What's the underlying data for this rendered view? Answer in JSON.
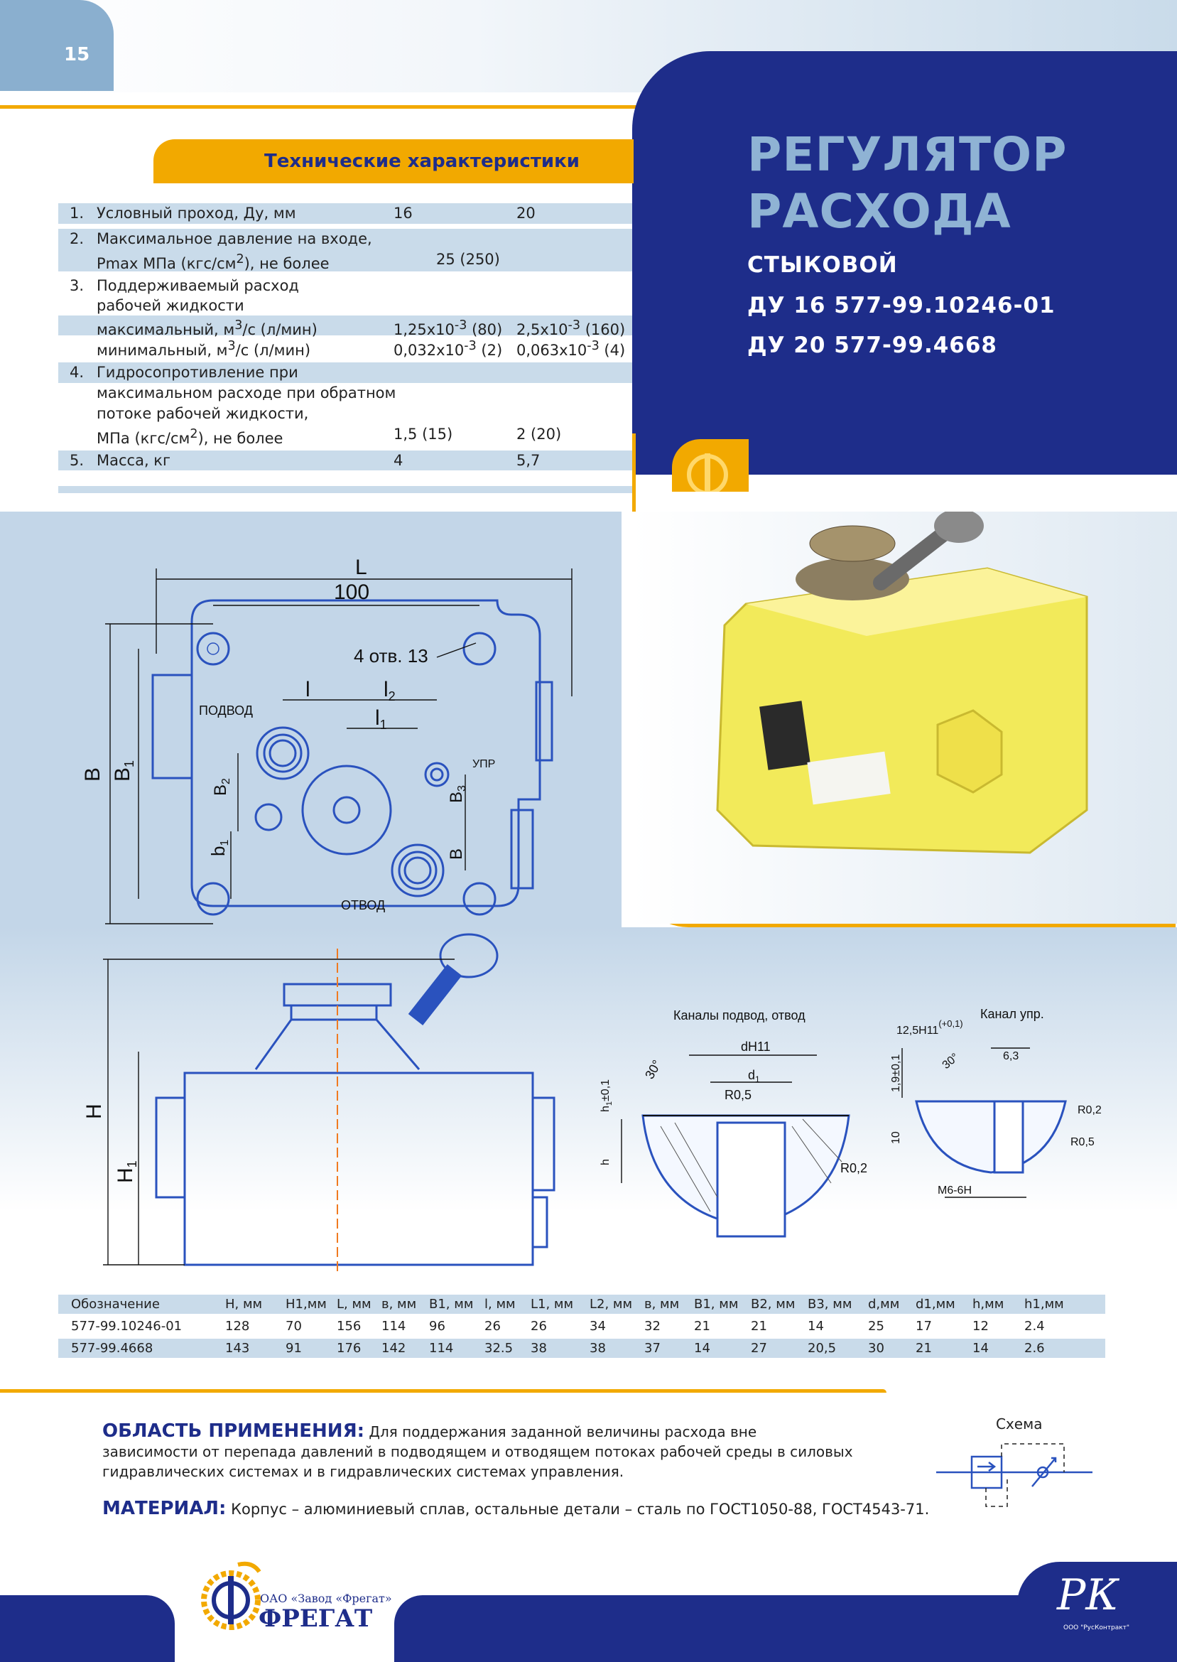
{
  "page_number": "15",
  "title": {
    "line1": "РЕГУЛЯТОР",
    "line2": "РАСХОДА",
    "subtitle": "СТЫКОВОЙ",
    "model1": "ДУ 16 577-99.10246-01",
    "model2": "ДУ 20 577-99.4668"
  },
  "specs": {
    "header": "Технические характеристики",
    "rows": [
      {
        "num": "1.",
        "label": "Условный проход, Ду, мм",
        "v1": "16",
        "v2": "20"
      },
      {
        "num": "2.",
        "label": "Максимальное давление на входе,",
        "label2": "Pmax МПа (кгс/см",
        "label2_sup": "2",
        "label2_end": "), не более",
        "vmerged": "25 (250)"
      },
      {
        "num": "3.",
        "label": "Поддерживаемый расход",
        "label2": "рабочей жидкости"
      },
      {
        "label_max": "максимальный, м",
        "label_max_sup": "3",
        "label_max_end": "/с (л/мин)",
        "max_v1_a": "1,25х10",
        "max_v1_sup": "-3",
        "max_v1_b": "(80)",
        "max_v2_a": "2,5х10",
        "max_v2_sup": "-3",
        "max_v2_b": "(160)"
      },
      {
        "label_min": "минимальный, м",
        "label_min_sup": "3",
        "label_min_end": "/с (л/мин)",
        "min_v1_a": "0,032х10",
        "min_v1_sup": "-3",
        "min_v1_b": "(2)",
        "min_v2_a": "0,063х10",
        "min_v2_sup": "-3",
        "min_v2_b": "(4)"
      },
      {
        "num": "4.",
        "label": "Гидросопротивление при",
        "label2": "максимальном расходе при обратном",
        "label3": "потоке рабочей жидкости,",
        "label4": "МПа (кгс/см",
        "label4_sup": "2",
        "label4_end": "), не более",
        "v1": "1,5 (15)",
        "v2": "2 (20)"
      },
      {
        "num": "5.",
        "label": "Масса, кг",
        "v1": "4",
        "v2": "5,7"
      }
    ]
  },
  "drawing_top": {
    "L": "L",
    "d100": "100",
    "holes": "4 отв. 13",
    "l": "l",
    "l2": "l",
    "l2_sub": "2",
    "l1": "l",
    "l1_sub": "1",
    "inlet": "ПОДВОД",
    "ctrl": "УПР",
    "outlet": "ОТВОД",
    "B": "B",
    "B1": "B",
    "B1_sub": "1",
    "B2": "B",
    "B2_sub": "2",
    "B3": "B",
    "B3_sub": "3",
    "b1": "b",
    "b1_sub": "1",
    "Bsmall": "B"
  },
  "drawing_side": {
    "H": "H",
    "H1": "H",
    "H1_sub": "1"
  },
  "section1": {
    "title": "Каналы подвод, отвод",
    "dH11": "dH11",
    "d1": "d",
    "d1_sub": "1",
    "angle": "30°",
    "r05": "R0,5",
    "r02": "R0,2",
    "h1": "h",
    "h1_sub": "1",
    "h1_tol": "±0,1",
    "h": "h"
  },
  "section2": {
    "title": "Канал упр.",
    "dia": "12,5H11",
    "dia_tol": "(+0,1)",
    "angle": "30°",
    "w63": "6,3",
    "d19": "1,9±0,1",
    "d10": "10",
    "r02": "R0,2",
    "r05": "R0,5",
    "thread": "M6-6H"
  },
  "dim_table": {
    "headers": [
      "Обозначение",
      "H, мм",
      "H1,мм",
      "L, мм",
      "в, мм",
      "В1, мм",
      "l, мм",
      "L1, мм",
      "L2, мм",
      "в, мм",
      "В1, мм",
      "В2, мм",
      "В3, мм",
      "d,мм",
      "d1,мм",
      "h,мм",
      "h1,мм"
    ],
    "rows": [
      [
        "577-99.10246-01",
        "128",
        "70",
        "156",
        "114",
        "96",
        "26",
        "26",
        "34",
        "32",
        "21",
        "21",
        "14",
        "25",
        "17",
        "12",
        "2.4"
      ],
      [
        "577-99.4668",
        "143",
        "91",
        "176",
        "142",
        "114",
        "32.5",
        "38",
        "38",
        "37",
        "14",
        "27",
        "20,5",
        "30",
        "21",
        "14",
        "2.6"
      ]
    ]
  },
  "application": {
    "label": "ОБЛАСТЬ ПРИМЕНЕНИЯ:",
    "text": "Для поддержания заданной величины расхода вне зависимости от перепада давлений в подводящем и отводящем потоках рабочей среды в силовых гидравлических системах и в гидравлических системах управления."
  },
  "material": {
    "label": "МАТЕРИАЛ:",
    "text": "Корпус – алюминиевый сплав, остальные детали – сталь по ГОСТ1050-88, ГОСТ4543-71."
  },
  "schema_label": "Схема",
  "footer": {
    "fregat_small": "ОАО «Завод «Фрегат»",
    "fregat_big": "ФРЕГАТ",
    "rk": "РК",
    "rk_caption": "ООО \"РусКонтракт\""
  },
  "colors": {
    "navy": "#1e2d8a",
    "orange": "#f2a900",
    "lightblue": "#c9dbea",
    "drawing_blue": "#2a52be"
  }
}
